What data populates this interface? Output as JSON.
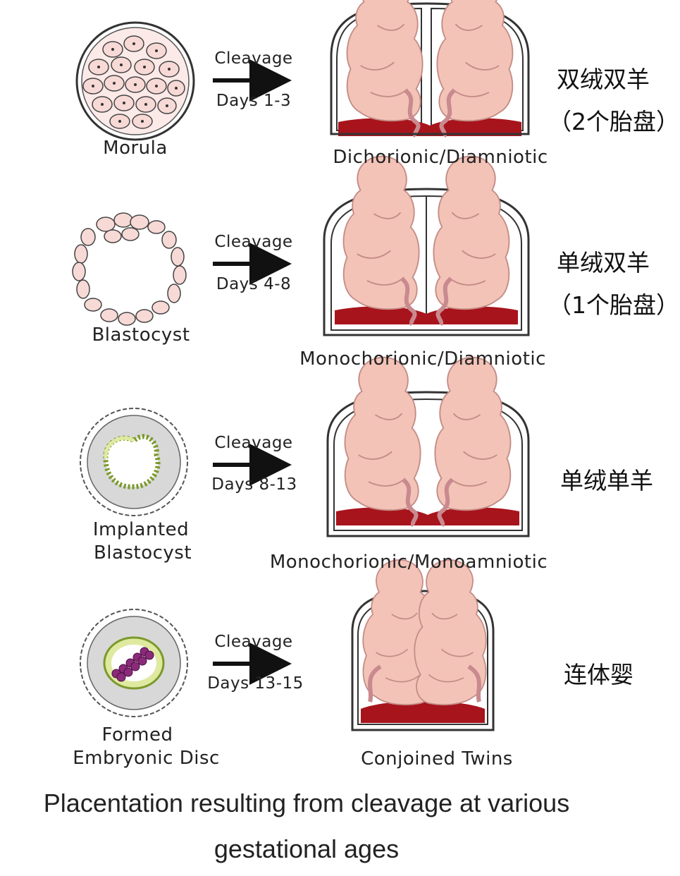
{
  "rows": [
    {
      "stage_label": "Morula",
      "cleavage": "Cleavage",
      "days": "Days 1-3",
      "outcome": "Dichorionic/Diamniotic",
      "cn_line1": "双绒双羊",
      "cn_line2": "（2个胎盘）"
    },
    {
      "stage_label": "Blastocyst",
      "cleavage": "Cleavage",
      "days": "Days 4-8",
      "outcome": "Monochorionic/Diamniotic",
      "cn_line1": "单绒双羊",
      "cn_line2": "（1个胎盘）"
    },
    {
      "stage_label_1": "Implanted",
      "stage_label_2": "Blastocyst",
      "cleavage": "Cleavage",
      "days": "Days 8-13",
      "outcome": "Monochorionic/Monoamniotic",
      "cn_line1": "单绒单羊"
    },
    {
      "stage_label_1": "Formed",
      "stage_label_2": "Embryonic Disc",
      "cleavage": "Cleavage",
      "days": "Days 13-15",
      "outcome": "Conjoined Twins",
      "cn_line1": "连体婴"
    }
  ],
  "caption": {
    "line1": "Placentation resulting from cleavage at various",
    "line2": "gestational ages"
  },
  "colors": {
    "fetus": "#f3c3b8",
    "placenta": "#a8141c",
    "cell": "#f7d9d6",
    "cord": "#c98a8f",
    "yolk": "#dfe9a0",
    "disc": "#8b2a7a"
  },
  "icons": [
    "arrow-right-icon",
    "morula-icon",
    "blastocyst-icon",
    "implanted-blastocyst-icon",
    "embryonic-disc-icon",
    "twin-sac-icon"
  ]
}
